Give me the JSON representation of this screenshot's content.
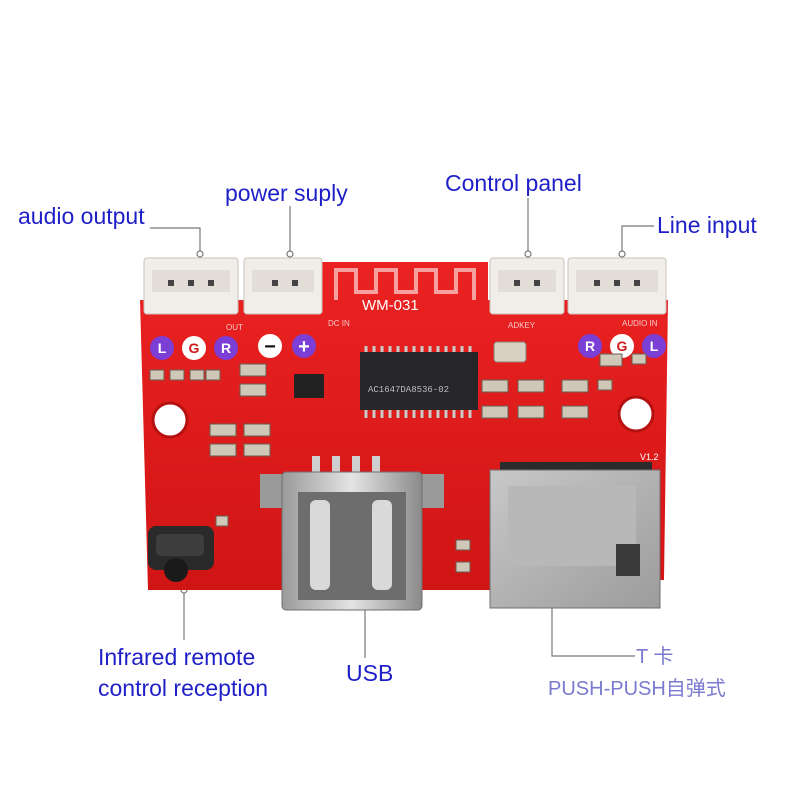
{
  "labels": {
    "audio_output": "audio output",
    "power_supply": "power suply",
    "control_panel": "Control panel",
    "line_input": "Line input",
    "infrared_line1": "Infrared remote",
    "infrared_line2": "control reception",
    "usb": "USB",
    "tf_card": "T 卡",
    "push_push": "PUSH-PUSH自弹式"
  },
  "board": {
    "module_name": "WM-031",
    "chip_marking": "AC1647DA8536-02",
    "version": "V1.2",
    "silk_out": "OUT",
    "silk_dc_in": "DC IN",
    "silk_adkey": "ADKEY",
    "silk_audio_in": "AUDIO IN",
    "left_channels": [
      "L",
      "G",
      "R"
    ],
    "right_channels": [
      "R",
      "G",
      "L"
    ],
    "polarity": [
      "−",
      "+"
    ]
  },
  "colors": {
    "label_text": "#1f1fc8",
    "label_text_light": "#7a7ad0",
    "pcb": "#e01a1a",
    "connector": "#f1eeea",
    "chip": "#26262a",
    "channel_circle": "#7c3fd6",
    "ground_circle": "#ffffff"
  }
}
